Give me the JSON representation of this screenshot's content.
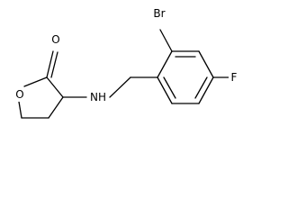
{
  "molecule": {
    "atom_labels": {
      "carbonyl_oxygen": "O",
      "ring_oxygen": "O",
      "amine": "NH",
      "bromine": "Br",
      "fluorine": "F"
    },
    "colors": {
      "bond": "#000000",
      "text": "#000000",
      "background": "#ffffff"
    }
  }
}
